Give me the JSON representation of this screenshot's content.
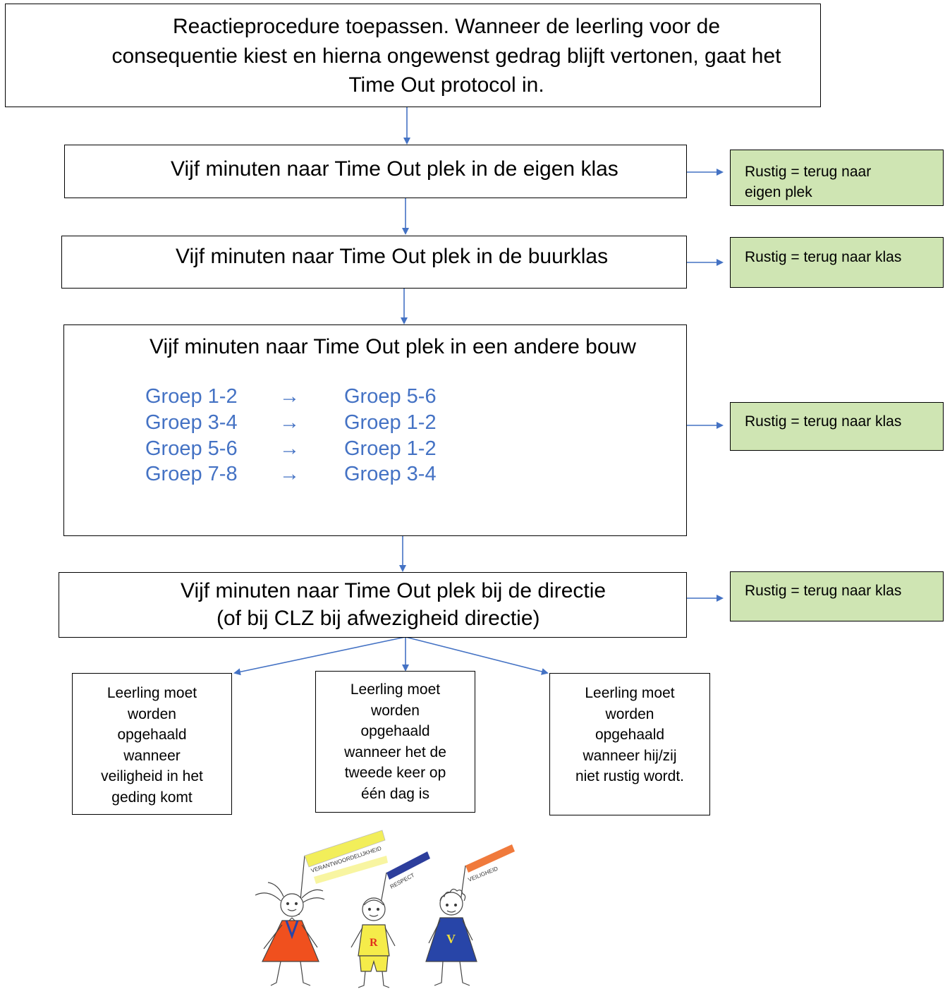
{
  "top_box": {
    "lines": [
      "Reactieprocedure toepassen. Wanneer de leerling voor de",
      "consequentie kiest en hierna ongewenst gedrag blijft vertonen, gaat het",
      "Time Out protocol in."
    ]
  },
  "steps": {
    "step1": "Vijf minuten naar Time Out plek in de eigen klas",
    "step2": "Vijf minuten naar Time Out plek in de buurklas",
    "step3": "Vijf minuten naar Time Out plek in een andere bouw",
    "step4_line1": "Vijf minuten naar Time Out plek bij de directie",
    "step4_line2": "(of bij CLZ bij afwezigheid directie)"
  },
  "groups": {
    "arrow": "→",
    "rows": [
      {
        "from": "Groep 1-2",
        "to": "Groep 5-6"
      },
      {
        "from": "Groep 3-4",
        "to": "Groep 1-2"
      },
      {
        "from": "Groep 5-6",
        "to": "Groep 1-2"
      },
      {
        "from": "Groep 7-8",
        "to": "Groep 3-4"
      }
    ]
  },
  "side_notes": {
    "note1_line1": "Rustig = terug naar",
    "note1_line2": "eigen plek",
    "note2": "Rustig = terug naar klas",
    "note3": "Rustig = terug naar klas",
    "note4": "Rustig = terug naar klas"
  },
  "outcomes": {
    "left": [
      "Leerling moet",
      "worden",
      "opgehaald",
      "wanneer",
      "veiligheid in het",
      "geding komt"
    ],
    "middle": [
      "Leerling moet",
      "worden",
      "opgehaald",
      "wanneer het de",
      "tweede keer op",
      "één dag is"
    ],
    "right": [
      "Leerling moet",
      "worden",
      "opgehaald",
      "wanneer hij/zij",
      "niet rustig wordt."
    ]
  },
  "illustration": {
    "flag_labels": [
      "VERANTWOORDELIJKHEID",
      "RESPECT",
      "VEILIGHEID"
    ],
    "shirt_letters": [
      "R",
      "V"
    ]
  },
  "colors": {
    "connector": "#4472c4",
    "group_text": "#4472c4",
    "note_fill": "#cfe5b3",
    "flag_yellow": "#f2ee5a",
    "flag_blue": "#2d3e9c",
    "flag_orange": "#f07a3c",
    "dress_red": "#f0501e",
    "dress_yellow": "#f5ec4a",
    "dress_blue": "#2845a8"
  }
}
